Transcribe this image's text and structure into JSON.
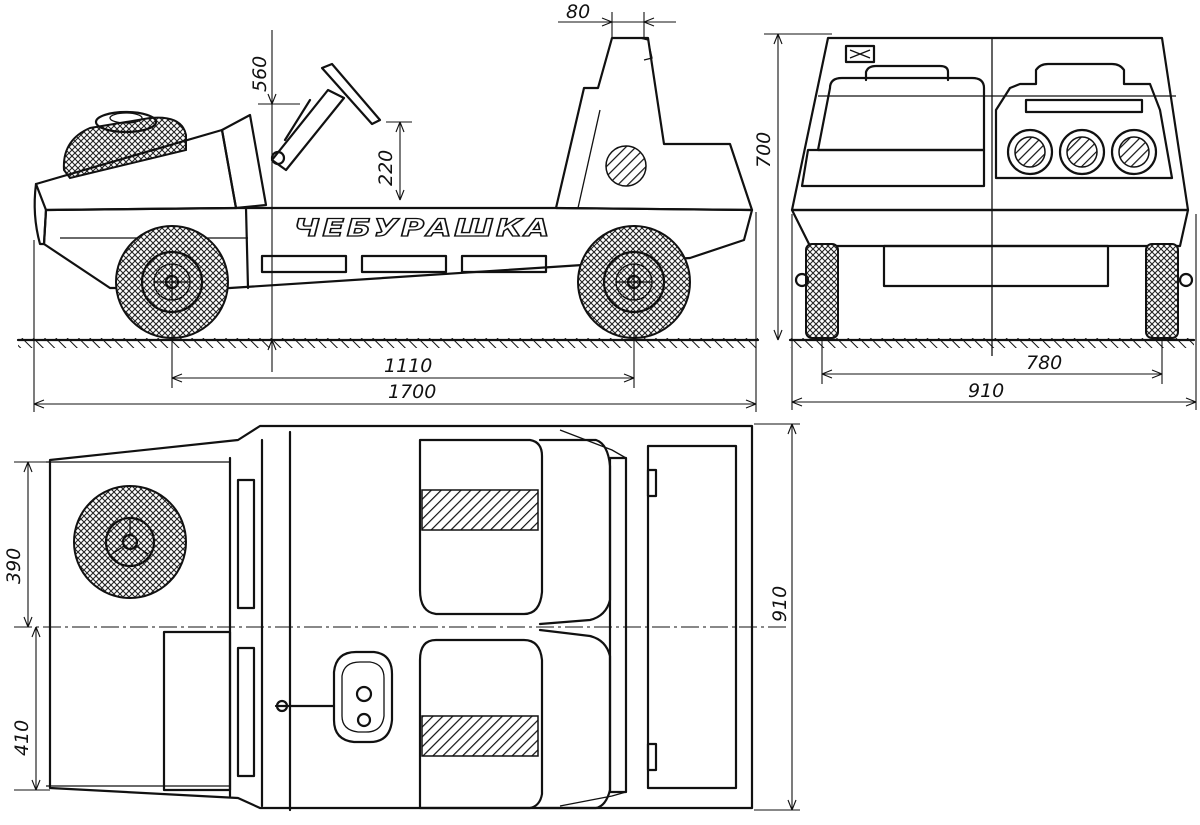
{
  "vehicle": {
    "name": "ЧЕБУРАШКА"
  },
  "dimensions": {
    "seat_back_width": "80",
    "steering_height": "560",
    "seat_height": "220",
    "wheelbase": "1110",
    "overall_length": "1700",
    "overall_height": "700",
    "track": "780",
    "overall_width_front": "910",
    "overall_width_top": "910",
    "half_width_upper": "390",
    "half_width_lower": "410"
  }
}
